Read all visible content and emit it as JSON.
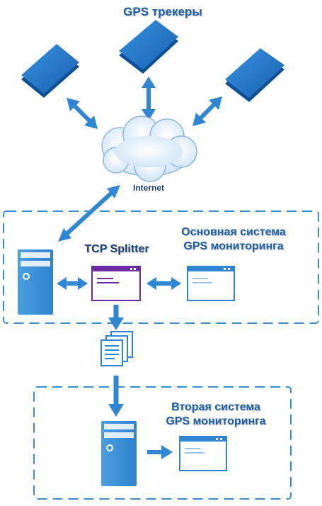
{
  "labels": {
    "trackers": "GPS трекеры",
    "internet": "Internet",
    "splitter": "TCP Splitter",
    "main_system_line1": "Основная система",
    "main_system_line2": "GPS мониторинга",
    "second_system_line1": "Вторая система",
    "second_system_line2": "GPS мониторинга"
  },
  "colors": {
    "accent": "#1e5fa8",
    "tracker": "#1a6fc4",
    "server": "#3d8fd6",
    "arrow": "#2f86d4",
    "dash": "#3a8fd0",
    "splitter_border": "#6a2ca0"
  }
}
